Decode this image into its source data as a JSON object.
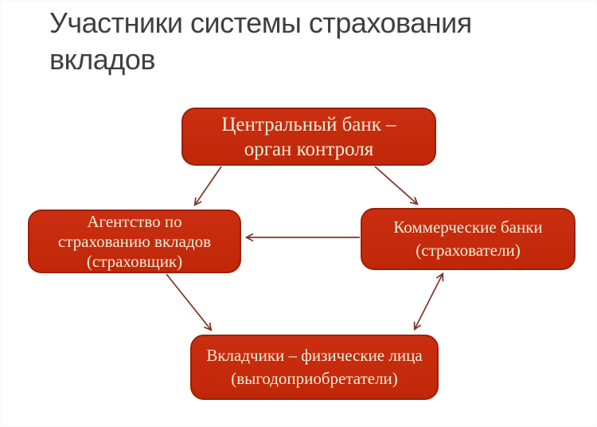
{
  "title": {
    "lines": [
      "Участники системы страхования",
      "вкладов"
    ]
  },
  "diagram": {
    "nodes": {
      "central_bank": {
        "lines": [
          "Центральный банк –",
          "орган контроля"
        ]
      },
      "agency": {
        "lines": [
          "Агентство по",
          "страхованию вкладов",
          "(страховщик)"
        ]
      },
      "commercial_banks": {
        "lines": [
          "Коммерческие банки",
          "(страхователи)"
        ]
      },
      "depositors": {
        "lines": [
          "Вкладчики – физические лица",
          "(выгодоприобретатели)"
        ]
      }
    },
    "edges": [
      {
        "from": "central_bank",
        "to": "agency",
        "direction": "one-way"
      },
      {
        "from": "central_bank",
        "to": "commercial_banks",
        "direction": "one-way"
      },
      {
        "from": "commercial_banks",
        "to": "agency",
        "direction": "one-way"
      },
      {
        "from": "agency",
        "to": "depositors",
        "direction": "one-way"
      },
      {
        "from": "commercial_banks",
        "to": "depositors",
        "direction": "two-way"
      }
    ],
    "colors": {
      "node_fill": "#c32b0d",
      "node_border": "#9c2006",
      "node_text": "#f3edd7",
      "arrow": "#7e3424",
      "title_text": "#3f3f3f",
      "background": "#ffffff"
    }
  }
}
